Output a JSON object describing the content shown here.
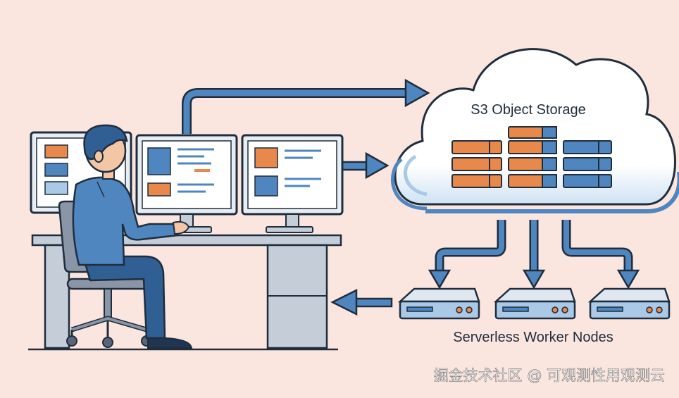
{
  "storage": {
    "label": "S3 Object Storage"
  },
  "workers": {
    "label": "Serverless Worker Nodes",
    "count": 3
  },
  "watermark": {
    "text": "掘金技术社区 @ 可观测性用观测云"
  },
  "colors": {
    "background": "#fbe6df",
    "outline": "#1f2d3d",
    "blue": "#4f86bf",
    "light_blue": "#a9c9e6",
    "orange": "#e8884a",
    "gray": "#c4cdd8"
  }
}
